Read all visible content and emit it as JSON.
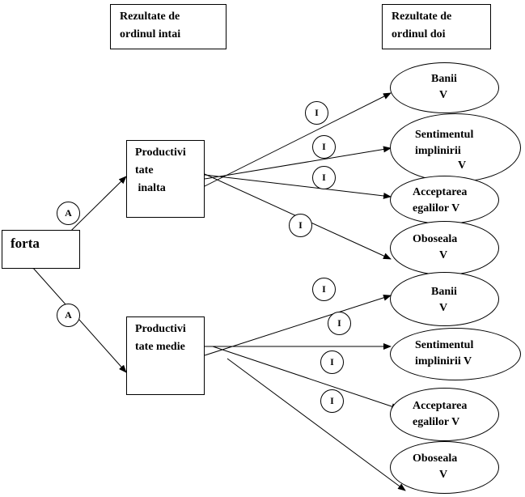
{
  "headers": {
    "first_order": [
      "Rezultate de",
      "ordinul intai"
    ],
    "second_order": [
      "Rezultate de",
      "ordinul doi"
    ]
  },
  "source": {
    "label": "forta"
  },
  "first_order_nodes": [
    {
      "lines": [
        "Productivi",
        "tate",
        " inalta"
      ],
      "link_label": "A"
    },
    {
      "lines": [
        "Productivi",
        "tate medie"
      ],
      "link_label": "A"
    }
  ],
  "second_order_nodes": {
    "high": [
      {
        "lines": [
          "Banii",
          "V"
        ],
        "link_label": "I"
      },
      {
        "lines": [
          "Sentimentul",
          "implinirii",
          "V"
        ],
        "link_label": "I"
      },
      {
        "lines": [
          "Acceptarea",
          "egalilor V"
        ],
        "link_label": "I"
      },
      {
        "lines": [
          "Oboseala",
          "V"
        ],
        "link_label": "I"
      }
    ],
    "medium": [
      {
        "lines": [
          "Banii",
          "V"
        ],
        "link_label": "I"
      },
      {
        "lines": [
          "Sentimentul",
          "implinirii V"
        ],
        "link_label": "I"
      },
      {
        "lines": [
          "Acceptarea",
          "egalilor V"
        ],
        "link_label": "I"
      },
      {
        "lines": [
          "Oboseala",
          "V"
        ],
        "link_label": "I"
      }
    ]
  }
}
